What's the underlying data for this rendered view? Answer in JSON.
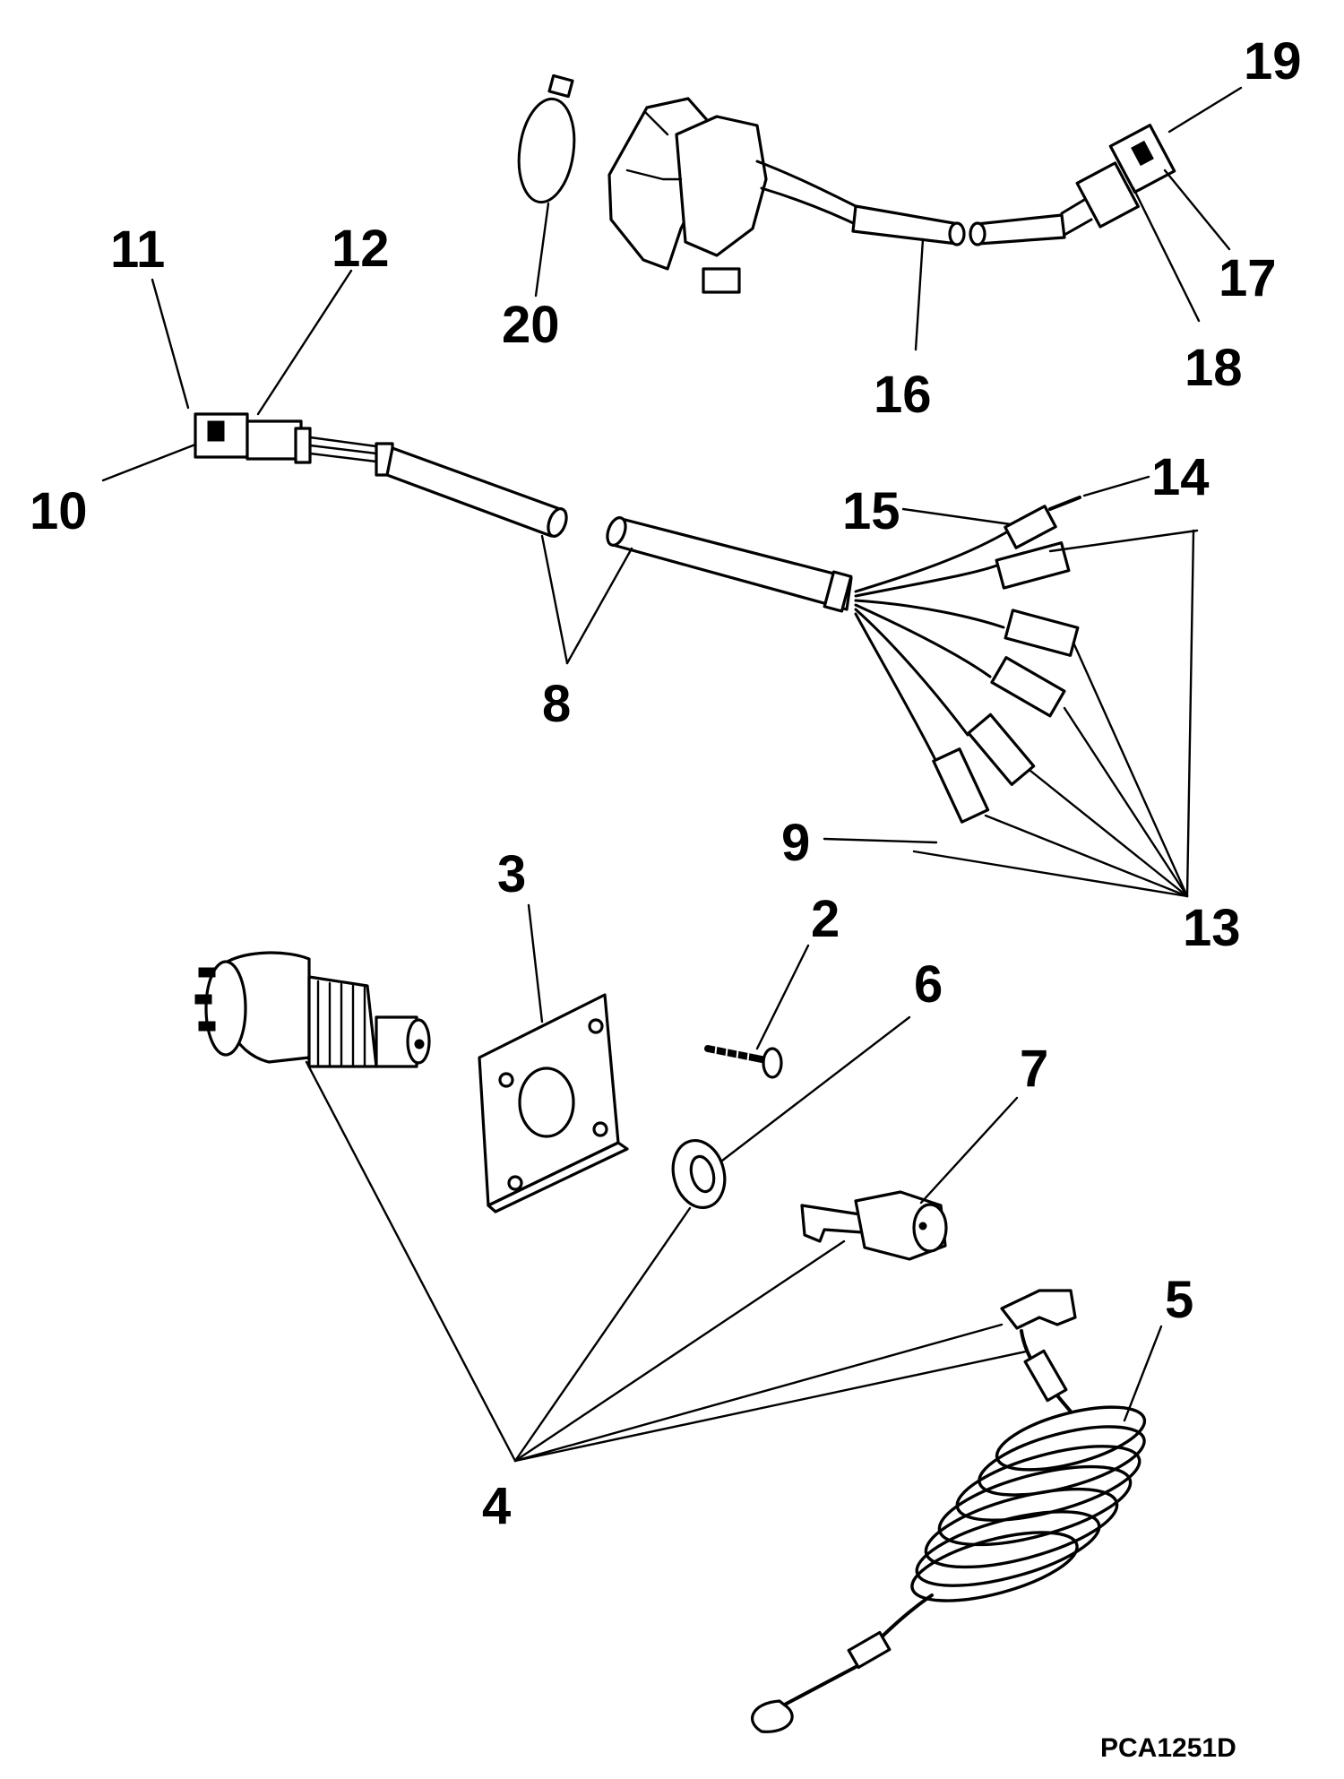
{
  "figure_ref": "PCA1251D",
  "callouts": {
    "c2": "2",
    "c3": "3",
    "c4": "4",
    "c5": "5",
    "c6": "6",
    "c7": "7",
    "c8": "8",
    "c9": "9",
    "c10": "10",
    "c11": "11",
    "c12": "12",
    "c13": "13",
    "c14": "14",
    "c15": "15",
    "c16": "16",
    "c17": "17",
    "c18": "18",
    "c19": "19",
    "c20": "20"
  },
  "parts": {
    "p2": "screw-icon",
    "p3": "mounting-plate-icon",
    "p4": "key-switch-icon",
    "p5": "emergency-stop-lanyard-icon",
    "p6": "nut-icon",
    "p7": "key-icon",
    "p8": "wiring-harness-icon",
    "p16": "switch-box-icon",
    "p20": "cable-tie-icon"
  },
  "colors": {
    "ink": "#000000",
    "paper": "#ffffff"
  }
}
